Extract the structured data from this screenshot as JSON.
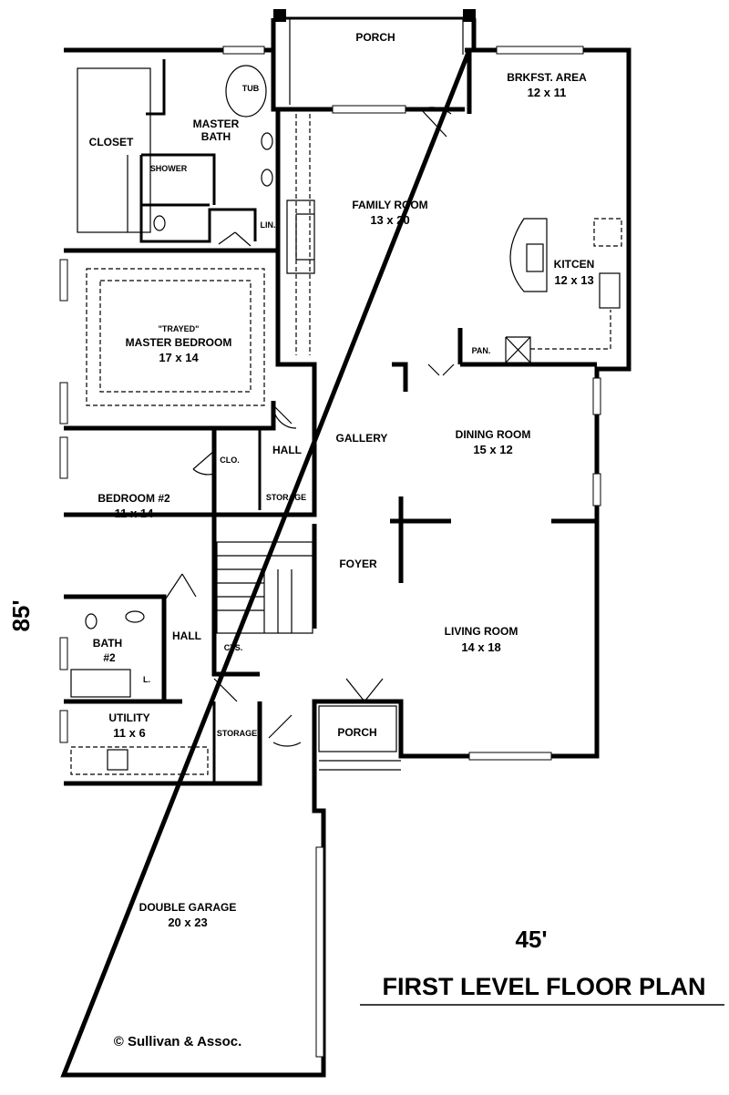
{
  "title": "FIRST LEVEL FLOOR PLAN",
  "width_dim": "45'",
  "depth_dim": "85'",
  "copyright": "© Sullivan & Assoc.",
  "rooms": {
    "porch_top": "PORCH",
    "breakfast": {
      "name": "BRKFST. AREA",
      "size": "12 x 11"
    },
    "master_bath": {
      "name1": "MASTER",
      "name2": "BATH"
    },
    "tub": "TUB",
    "closet": "CLOSET",
    "shower": "SHOWER",
    "linen": "LIN.",
    "family": {
      "name": "FAMILY ROOM",
      "size": "13 x 20"
    },
    "kitchen": {
      "name": "KITCEN",
      "size": "12 x 13"
    },
    "master_bed": {
      "note": "\"TRAYED\"",
      "name": "MASTER BEDROOM",
      "size": "17 x 14"
    },
    "pantry": "PAN.",
    "gallery": "GALLERY",
    "dining": {
      "name": "DINING ROOM",
      "size": "15 x 12"
    },
    "clo": "CLO.",
    "hall1": "HALL",
    "storage1": "STORAGE",
    "bedroom2": {
      "name": "BEDROOM #2",
      "size": "11 x 14"
    },
    "foyer": "FOYER",
    "bath2": {
      "name": "BATH",
      "num": "#2"
    },
    "hall2": "HALL",
    "cts": "CTS.",
    "l": "L.",
    "living": {
      "name": "LIVING ROOM",
      "size": "14 x 18"
    },
    "utility": {
      "name": "UTILITY",
      "size": "11 x 6"
    },
    "storage2": "STORAGE",
    "porch_front": "PORCH",
    "garage": {
      "name": "DOUBLE GARAGE",
      "size": "20 x 23"
    }
  }
}
